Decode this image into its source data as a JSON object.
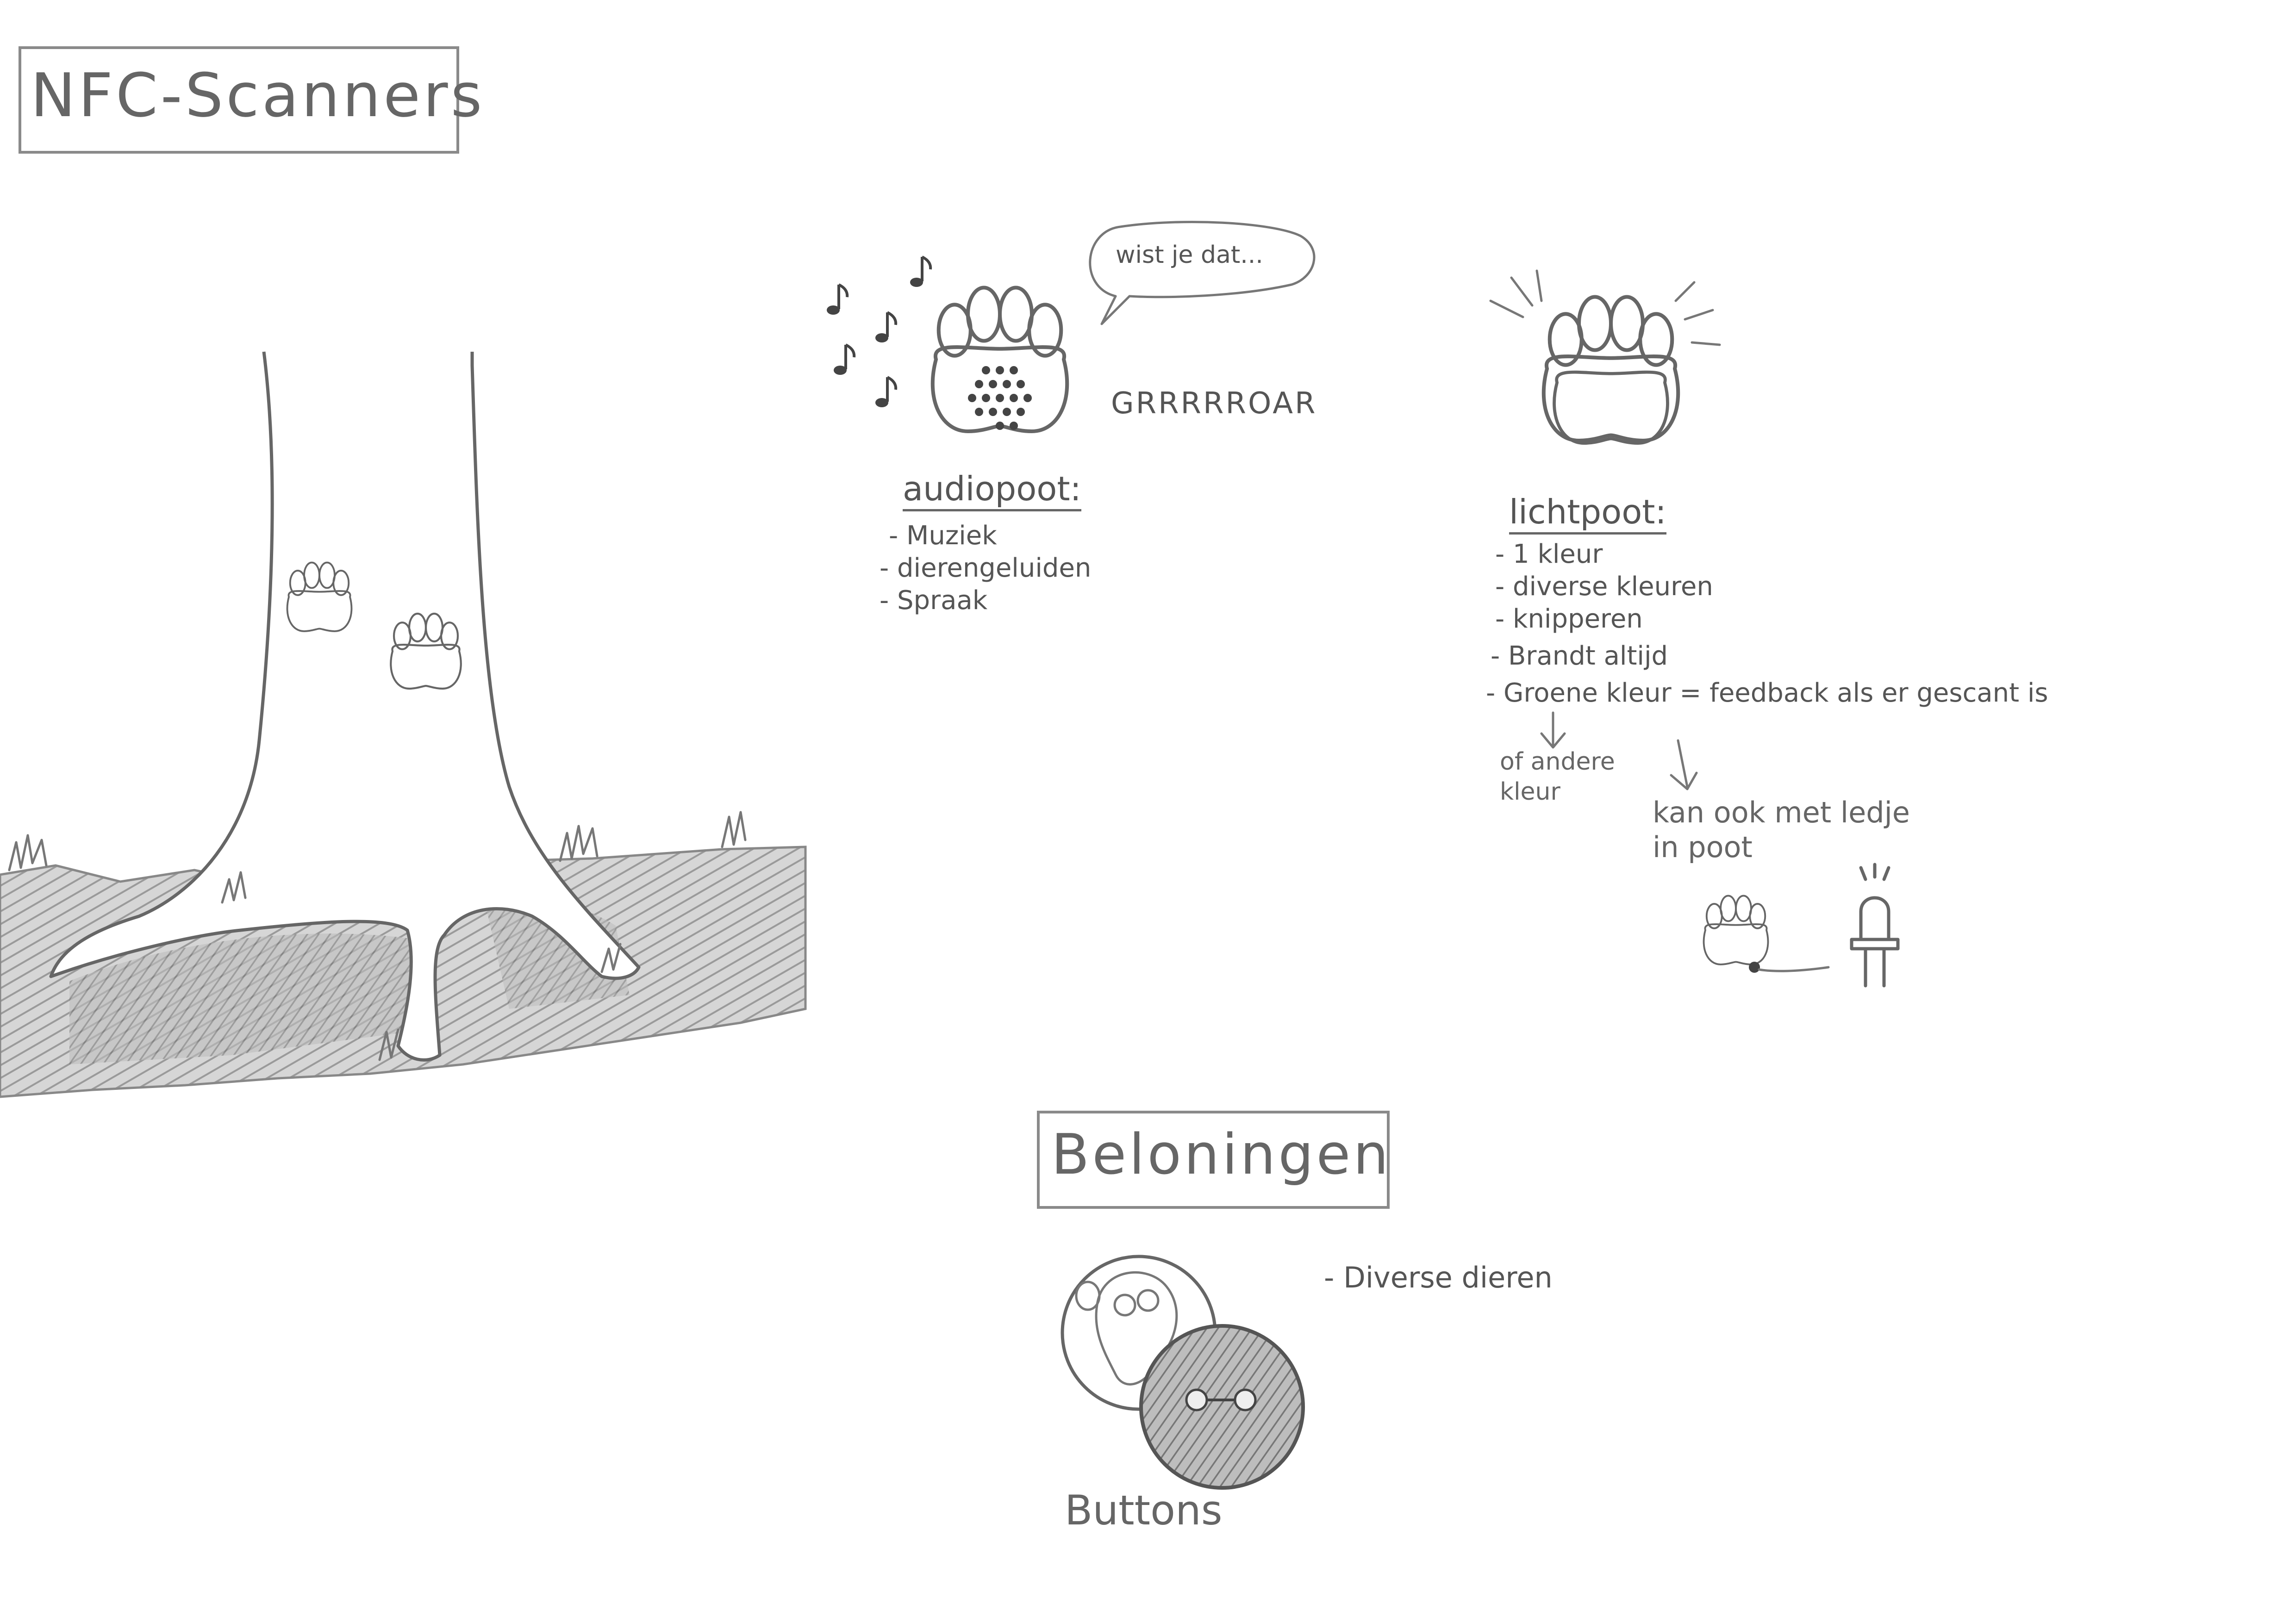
{
  "titles": {
    "nfc": "NFC-Scanners",
    "rewards": "Beloningen"
  },
  "bubble": "wist je dat...",
  "roar": "GRRRRROAR",
  "audio": {
    "heading": "audiopoot:",
    "items": [
      "- Muziek",
      "- dierengeluiden",
      "- Spraak"
    ]
  },
  "light": {
    "heading": "lichtpoot:",
    "items": [
      "- 1 kleur",
      "- diverse kleuren",
      "- knipperen",
      "- Brandt altijd",
      "- Groene kleur = feedback als er gescant is"
    ],
    "branch_left": [
      "of andere",
      "kleur"
    ],
    "branch_right": [
      "kan ook met ledje",
      "in poot"
    ]
  },
  "rewards": {
    "item": "- Diverse dieren",
    "caption": "Buttons"
  },
  "colors": {
    "pencil": "#666666",
    "paper": "#ffffff"
  }
}
